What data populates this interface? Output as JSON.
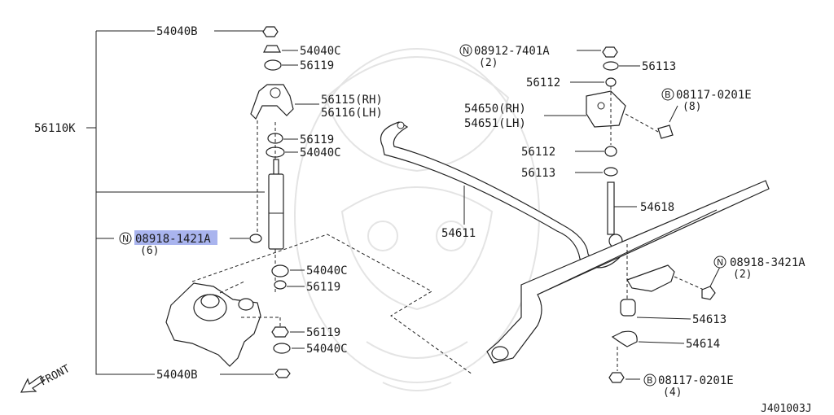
{
  "diagram": {
    "labels": {
      "l54040B_top": "54040B",
      "l54040C_1": "54040C",
      "l56119_1": "56119",
      "l56115": "56115(RH)",
      "l56116": "56116(LH)",
      "l56110K": "56110K",
      "l56119_2": "56119",
      "l54040C_2": "54040C",
      "l08918_1421_pre": "08918-142",
      "l08918_1421_hl": "1",
      "l08918_1421_suf": "A",
      "l08918_1421_qty": "(6)",
      "l54040C_3": "54040C",
      "l56119_3": "56119",
      "l56119_4": "56119",
      "l54040C_4": "54040C",
      "l54040B_bot": "54040B",
      "front": "FRONT",
      "l08912": "08912-7401A",
      "l08912_qty": "(2)",
      "l56113_top": "56113",
      "l56112_top": "56112",
      "l08117_top": "08117-0201E",
      "l08117_top_qty": "(8)",
      "l54650": "54650(RH)",
      "l54651": "54651(LH)",
      "l56112_mid": "56112",
      "l56113_mid": "56113",
      "l54618": "54618",
      "l54611": "54611",
      "l08918_3421": "08918-3421A",
      "l08918_3421_qty": "(2)",
      "l54613": "54613",
      "l54614": "54614",
      "l08117_bot": "08117-0201E",
      "l08117_bot_qty": "(4)",
      "ref": "J401003J"
    },
    "prefix": {
      "n": "N",
      "b": "B"
    },
    "colors": {
      "highlight": "#a9b4ee",
      "line": "#222222",
      "watermark": "#e4e4e4"
    }
  }
}
